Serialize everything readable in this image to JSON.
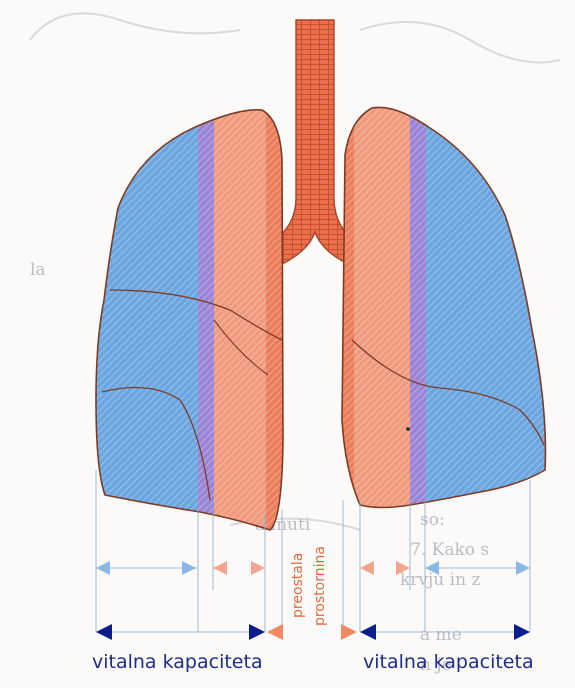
{
  "labels": {
    "vital_capacity_left": "vitalna kapaciteta",
    "vital_capacity_right": "vitalna kapaciteta",
    "residual_line1": "preostala",
    "residual_line2": "prostornina"
  },
  "colors": {
    "vital_capacity": "#6ba6e0",
    "reserve_band": "#9a84d6",
    "residual": "#f09a7e",
    "trachea": "#ea6f4a",
    "outline": "#7e3b24",
    "dark_arrow": "#0b1c8c",
    "light_arrow": "#8ab9e6",
    "orange_arrow": "#f08a66"
  },
  "icons": [
    "arrow-left-icon",
    "arrow-right-icon"
  ]
}
